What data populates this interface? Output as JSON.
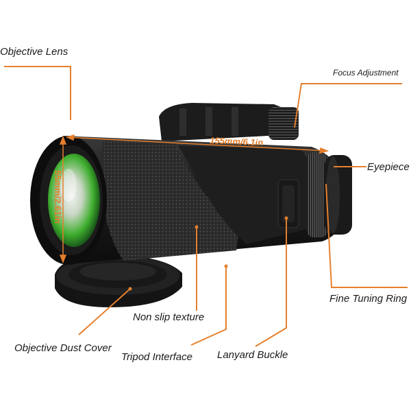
{
  "colors": {
    "leader_line": "#e57f2c",
    "dimension_text": "#e57f2c",
    "body_dark": "#1b1b1b",
    "lens_green": "#3fae2e"
  },
  "labels": {
    "objective_lens": "Objective Lens",
    "focus_adjustment": "Focus Adjustment",
    "eyepiece": "Eyepiece",
    "fine_tuning_ring": "Fine Tuning Ring",
    "non_slip_texture": "Non slip texture",
    "objective_dust_cover": "Objective Dust Cover",
    "tripod_interface": "Tripod Interface",
    "lanyard_buckle": "Lanyard Buckle"
  },
  "dimensions": {
    "length": "155mm/6.1in",
    "diameter": "55mm/2.61in"
  }
}
